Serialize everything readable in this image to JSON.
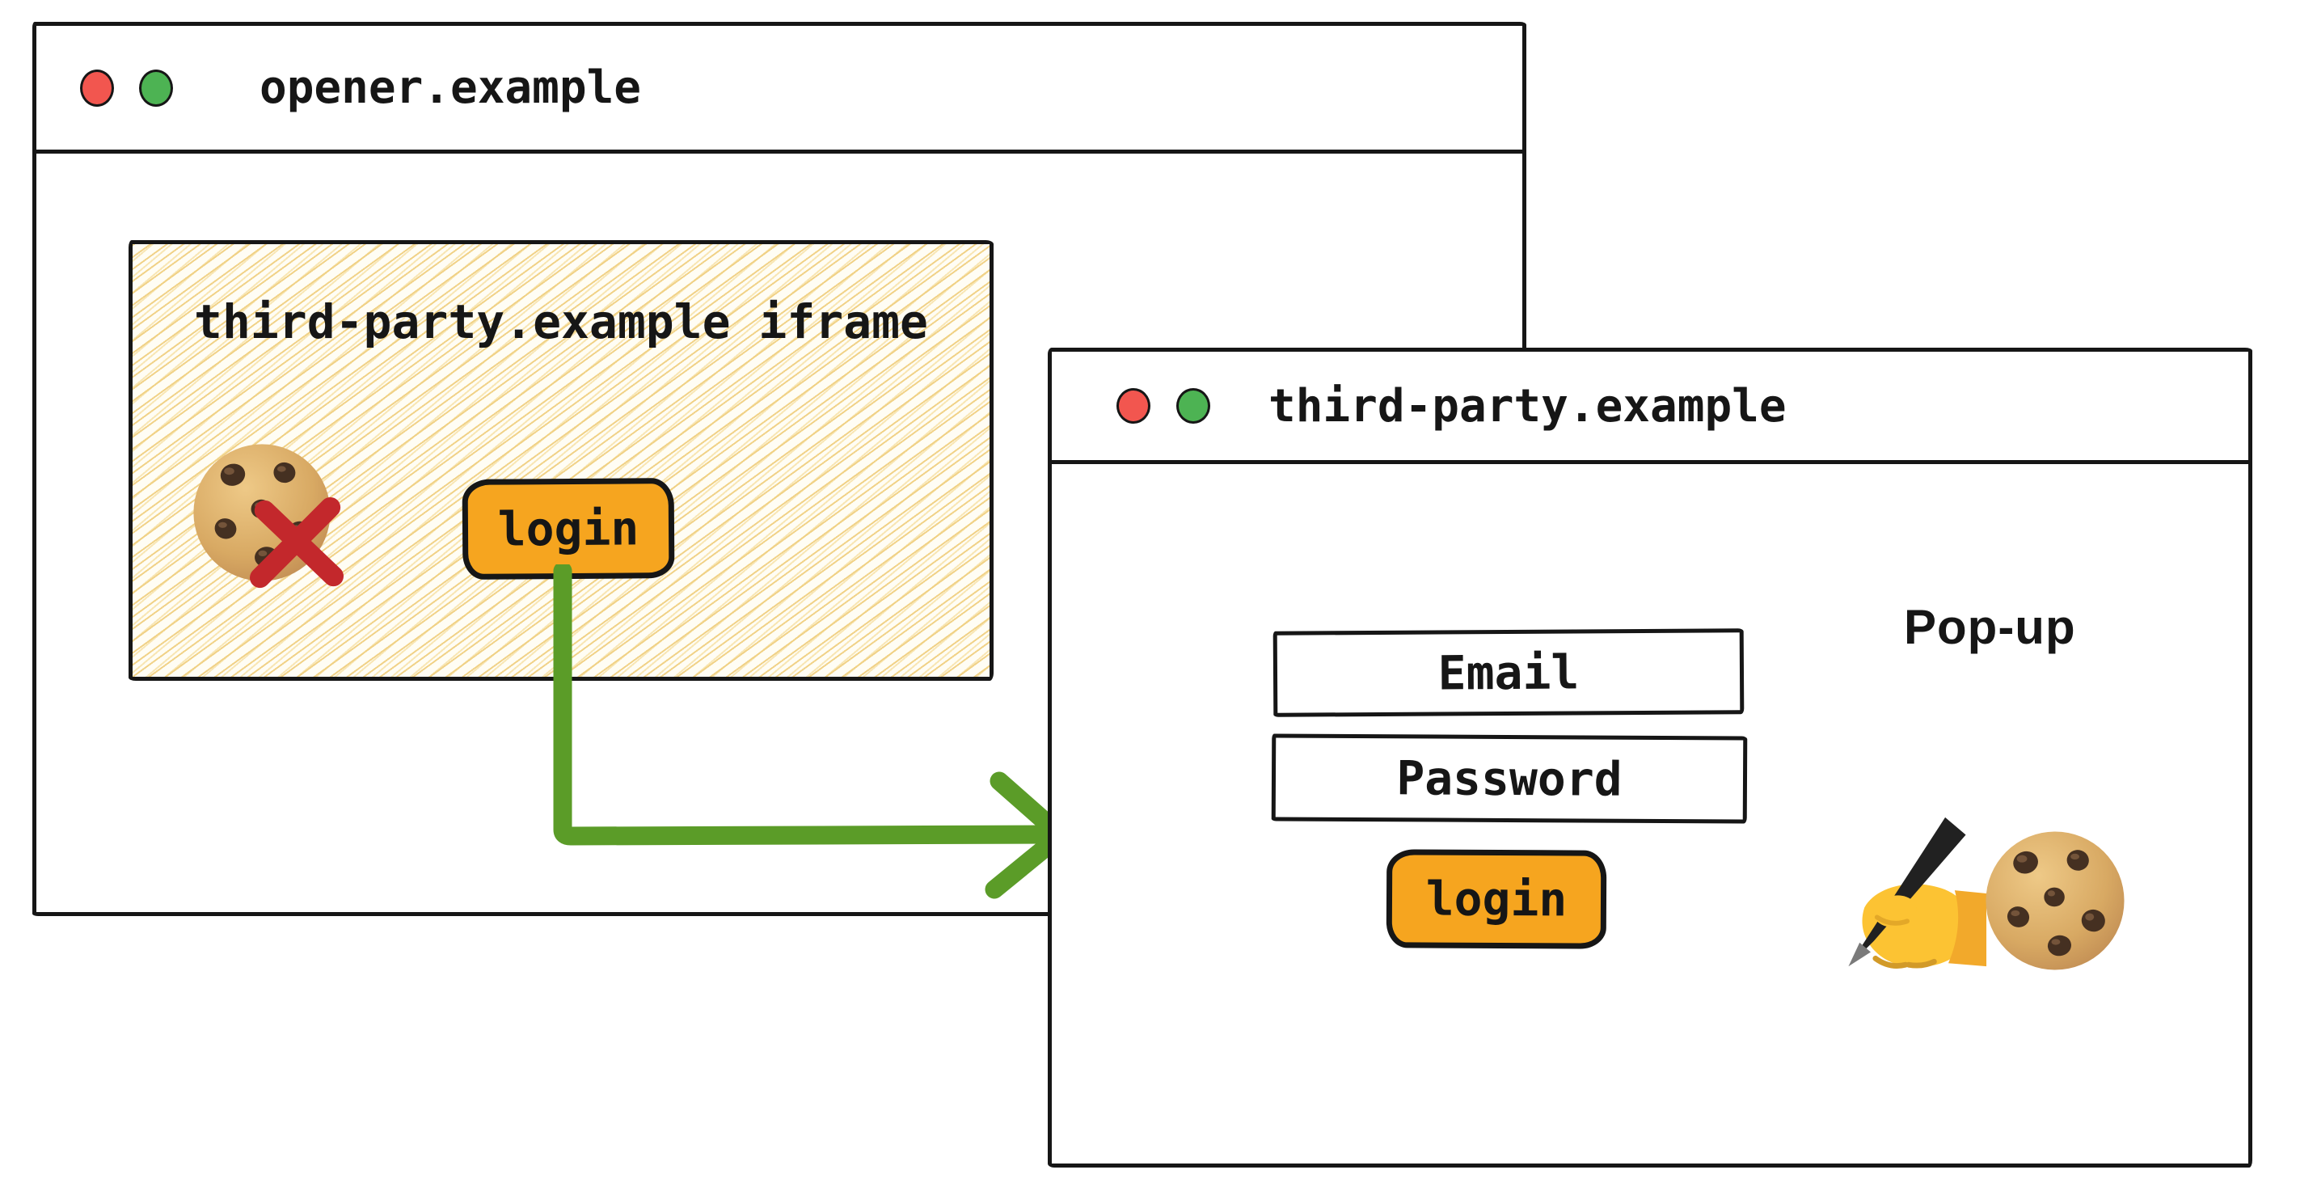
{
  "colors": {
    "ink": "#161616",
    "accent-orange": "#f6a51f",
    "arrow-green": "#5b9c28",
    "blocked-red": "#c3282c",
    "traffic-red": "#f2564f",
    "traffic-green": "#4db353",
    "hatch-yellow": "#f0d082"
  },
  "opener_window": {
    "title": "opener.example",
    "iframe": {
      "label": "third-party.example iframe",
      "login_button_label": "login"
    }
  },
  "popup_window": {
    "title": "third-party.example",
    "popup_label": "Pop-up",
    "email_label": "Email",
    "password_label": "Password",
    "login_button_label": "login"
  }
}
